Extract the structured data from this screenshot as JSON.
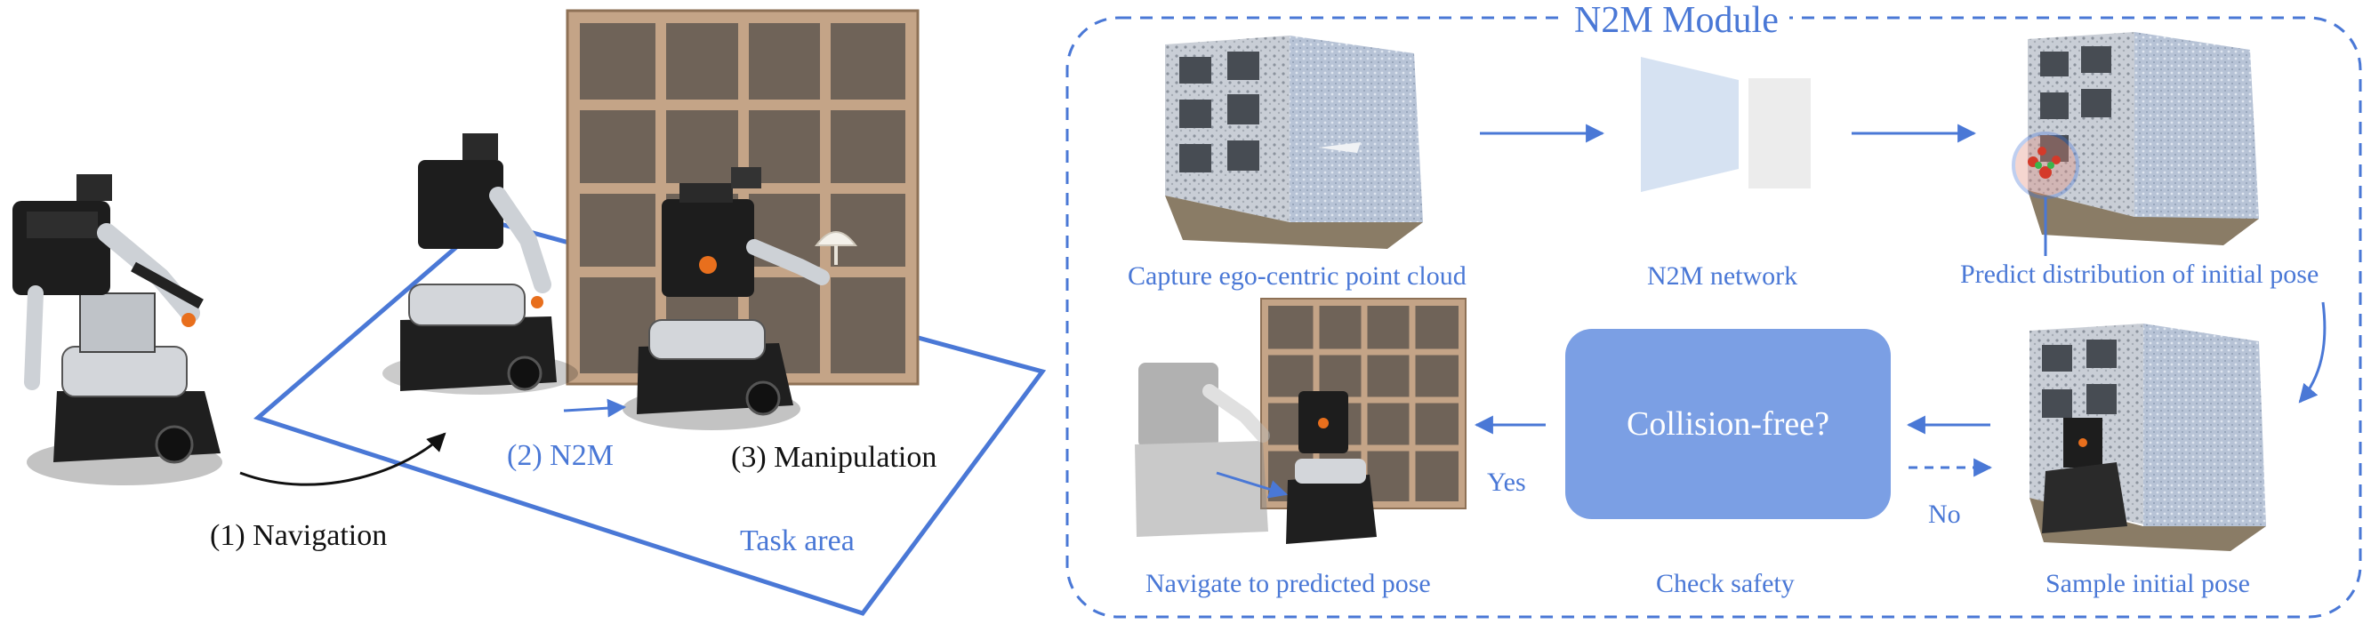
{
  "left": {
    "label_navigation": "(1) Navigation",
    "label_n2m": "(2) N2M",
    "label_manipulation": "(3) Manipulation",
    "label_task_area": "Task area"
  },
  "module": {
    "title": "N2M Module",
    "capture_label": "Capture ego-centric point cloud",
    "network_label": "N2M network",
    "predict_label": "Predict distribution of initial pose",
    "sample_label": "Sample initial pose",
    "decision_label": "Collision-free?",
    "check_label": "Check safety",
    "navigate_label": "Navigate to predicted pose",
    "yes_label": "Yes",
    "no_label": "No"
  },
  "colors": {
    "accent_blue": "#4a78d6",
    "decision_fill": "#7b9fe4",
    "network_fill": "#d6e2f2",
    "network_gray": "#ececec",
    "shelf": "#b8987a",
    "robot_dark": "#1e1e1e"
  }
}
